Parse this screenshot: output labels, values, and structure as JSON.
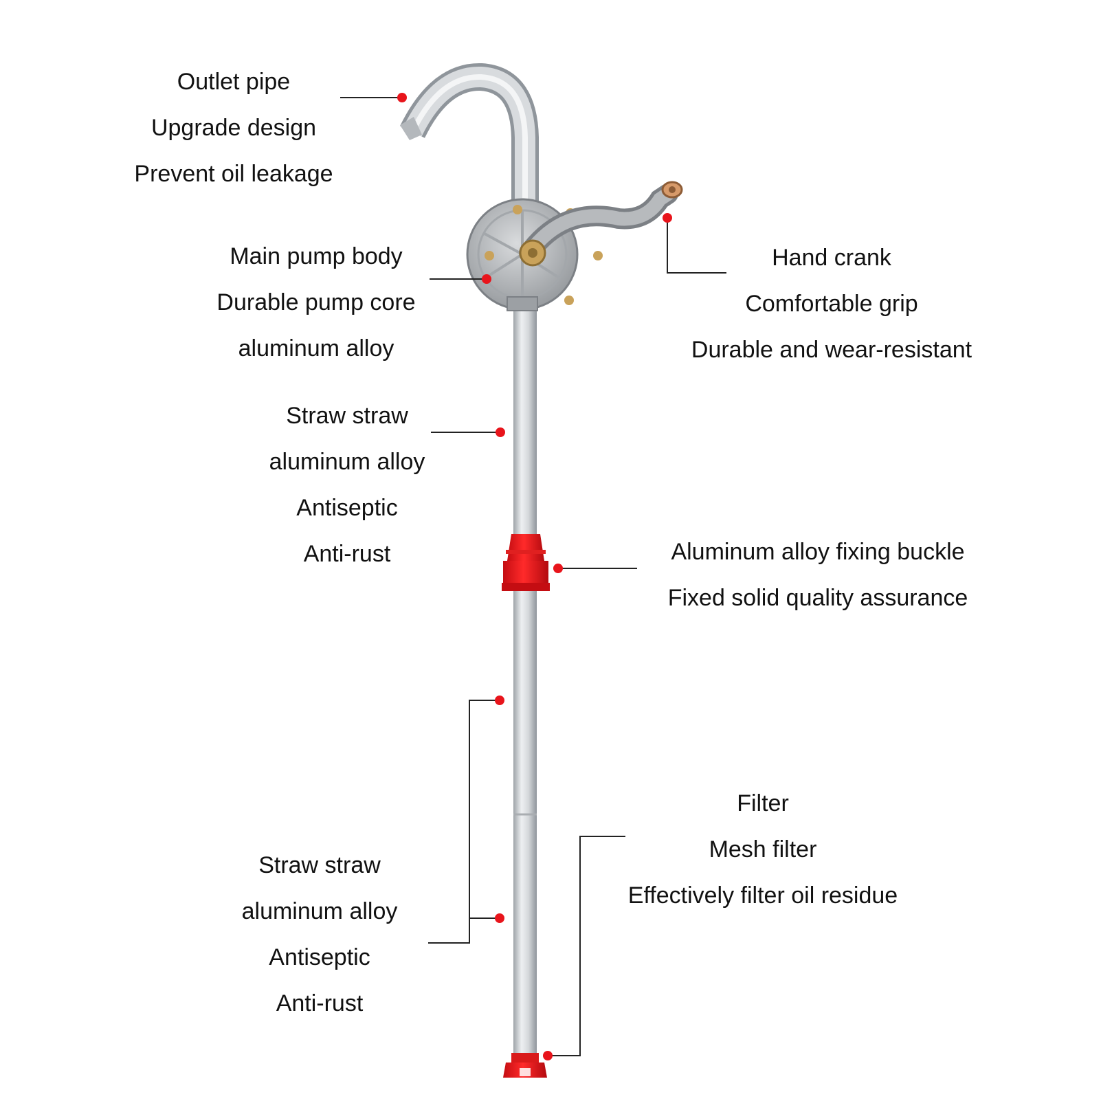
{
  "callouts": {
    "outlet_pipe": [
      "Outlet pipe",
      "Upgrade design",
      "Prevent oil leakage"
    ],
    "main_pump_body": [
      "Main pump body",
      "Durable pump core",
      "aluminum alloy"
    ],
    "hand_crank": [
      "Hand crank",
      "Comfortable grip",
      "Durable and wear-resistant"
    ],
    "straw_upper": [
      "Straw straw",
      "aluminum alloy",
      "Antiseptic",
      "Anti-rust"
    ],
    "fixing_buckle": [
      "Aluminum alloy fixing buckle",
      "Fixed solid quality assurance"
    ],
    "straw_lower": [
      "Straw straw",
      "aluminum alloy",
      "Antiseptic",
      "Anti-rust"
    ],
    "filter": [
      "Filter",
      "Mesh filter",
      "Effectively filter oil residue"
    ]
  },
  "colors": {
    "dot": "#e8141b",
    "leader": "#222222",
    "pipe": "#c9ccd0",
    "red_part": "#e8141b",
    "text": "#111111"
  }
}
